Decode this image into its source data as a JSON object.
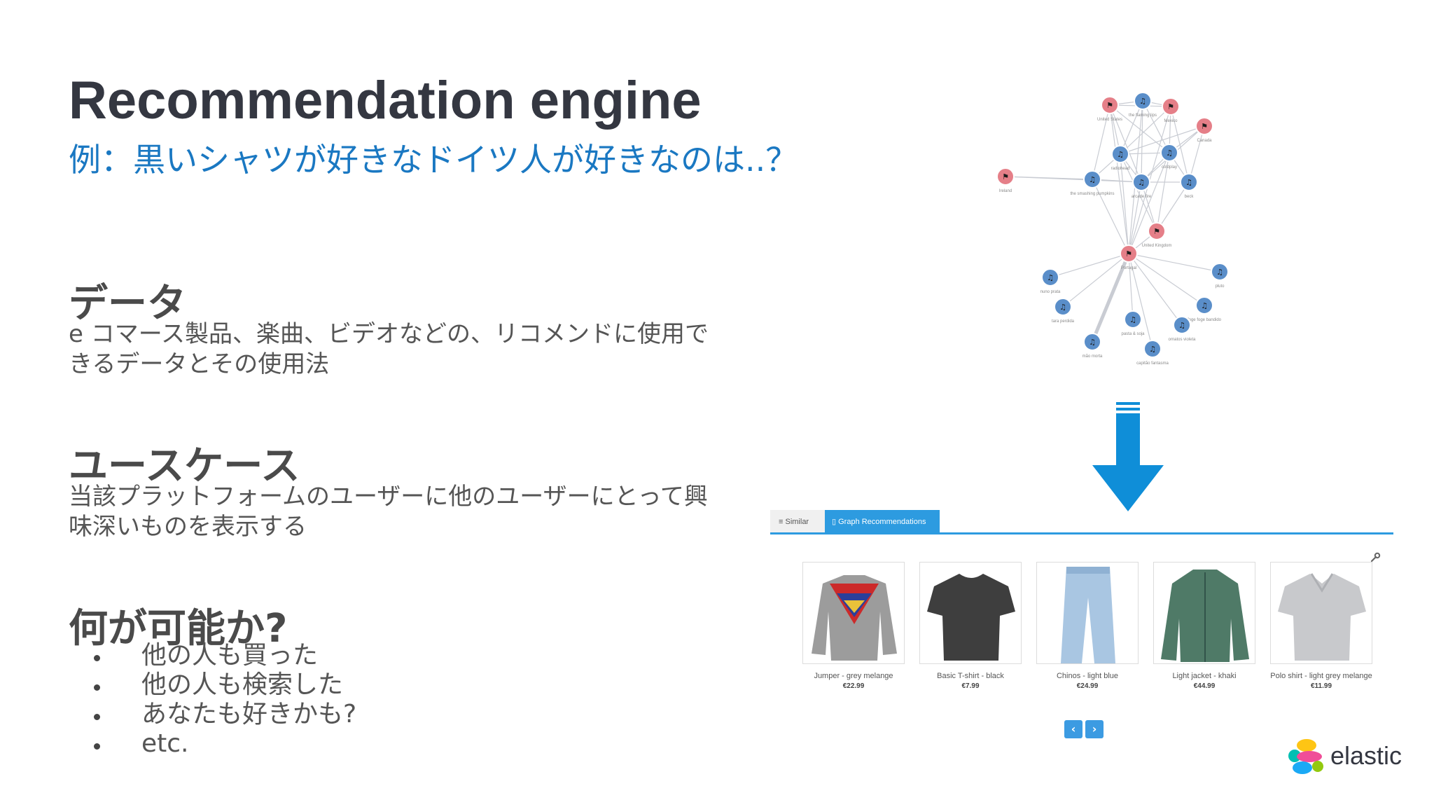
{
  "slide": {
    "title": "Recommendation engine",
    "subtitle": "例：黒いシャツが好きなドイツ人が好きなのは..？",
    "sections": [
      {
        "heading": "データ",
        "body": "e コマース製品、楽曲、ビデオなどの、リコメンドに使用できるデータとその使用法"
      },
      {
        "heading": "ユースケース",
        "body": "当該プラットフォームのユーザーに他のユーザーにとって興味深いものを表示する"
      },
      {
        "heading": "何が可能か?",
        "bullets": [
          "他の人も買った",
          "他の人も検索した",
          "あなたも好きかも?",
          "etc."
        ]
      }
    ]
  },
  "graph": {
    "colors": {
      "country": "#e57f88",
      "artist": "#5a8ec9",
      "edge": "#c9ccd3"
    },
    "nodes": [
      {
        "type": "country",
        "label": "United States"
      },
      {
        "type": "artist",
        "label": "the flaming lips"
      },
      {
        "type": "country",
        "label": "Mexico"
      },
      {
        "type": "country",
        "label": "Canada"
      },
      {
        "type": "artist",
        "label": "radiohead"
      },
      {
        "type": "artist",
        "label": "coldplay"
      },
      {
        "type": "country",
        "label": "Ireland"
      },
      {
        "type": "artist",
        "label": "the smashing pumpkins"
      },
      {
        "type": "artist",
        "label": "arcade fire"
      },
      {
        "type": "artist",
        "label": "beck"
      },
      {
        "type": "country",
        "label": "United Kingdom"
      },
      {
        "type": "country",
        "label": "Portugal"
      },
      {
        "type": "artist",
        "label": "pluto"
      },
      {
        "type": "artist",
        "label": "nuno prata"
      },
      {
        "type": "artist",
        "label": "foge foge bandido"
      },
      {
        "type": "artist",
        "label": "tara perdida"
      },
      {
        "type": "artist",
        "label": "pasta & soja"
      },
      {
        "type": "artist",
        "label": "ornatos violeta"
      },
      {
        "type": "artist",
        "label": "mão morta"
      },
      {
        "type": "artist",
        "label": "capitão fantasma"
      }
    ]
  },
  "widget": {
    "tabs": [
      {
        "label": "Similar",
        "active": false
      },
      {
        "label": "Graph Recommendations",
        "active": true
      }
    ],
    "products": [
      {
        "name": "Jumper - grey melange",
        "price": "€22.99"
      },
      {
        "name": "Basic T-shirt - black",
        "price": "€7.99"
      },
      {
        "name": "Chinos - light blue",
        "price": "€24.99"
      },
      {
        "name": "Light jacket - khaki",
        "price": "€44.99"
      },
      {
        "name": "Polo shirt - light grey melange",
        "price": "€11.99"
      }
    ],
    "pager": {
      "prev": "‹",
      "next": "›"
    }
  },
  "brand": {
    "name": "elastic"
  }
}
